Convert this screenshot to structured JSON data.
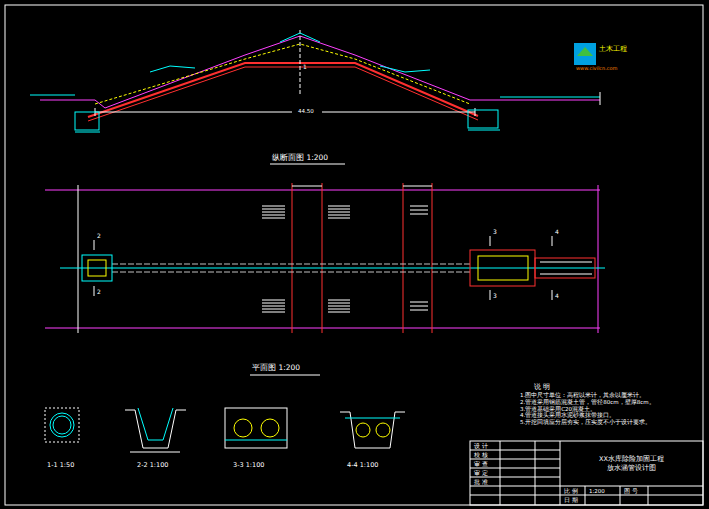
{
  "diagram": {
    "nodes": [
      {
        "text": [
          "说 明",
          "1.图中尺寸单位：高程以米计，其余以厘米计。",
          "2.管道采用钢筋混凝土管，管径80cm，壁厚8cm。",
          "3.管道基础采用C20混凝土。",
          "4.管道接头采用水泥砂浆抹带接口。",
          "5.开挖回填应分层夯实，压实度不小于设计要求。"
        ]
      },
      {
        "text": [
          "XX水库除险加固工程",
          "放水涵管设计图"
        ]
      }
    ],
    "labels": [
      "纵断面图 1:200",
      "平面图 1:200",
      "1-1 1:50",
      "2-2 1:100",
      "3-3 1:100",
      "4-4 1:100",
      "1",
      "44.50",
      "2",
      "2",
      "3",
      "3",
      "4",
      "4",
      "土木工程",
      "www.civilcn.com",
      "设 计",
      "校 核",
      "审 查",
      "审 定",
      "批 准",
      "比 例",
      "日 期",
      "图 号",
      "1:200"
    ]
  }
}
